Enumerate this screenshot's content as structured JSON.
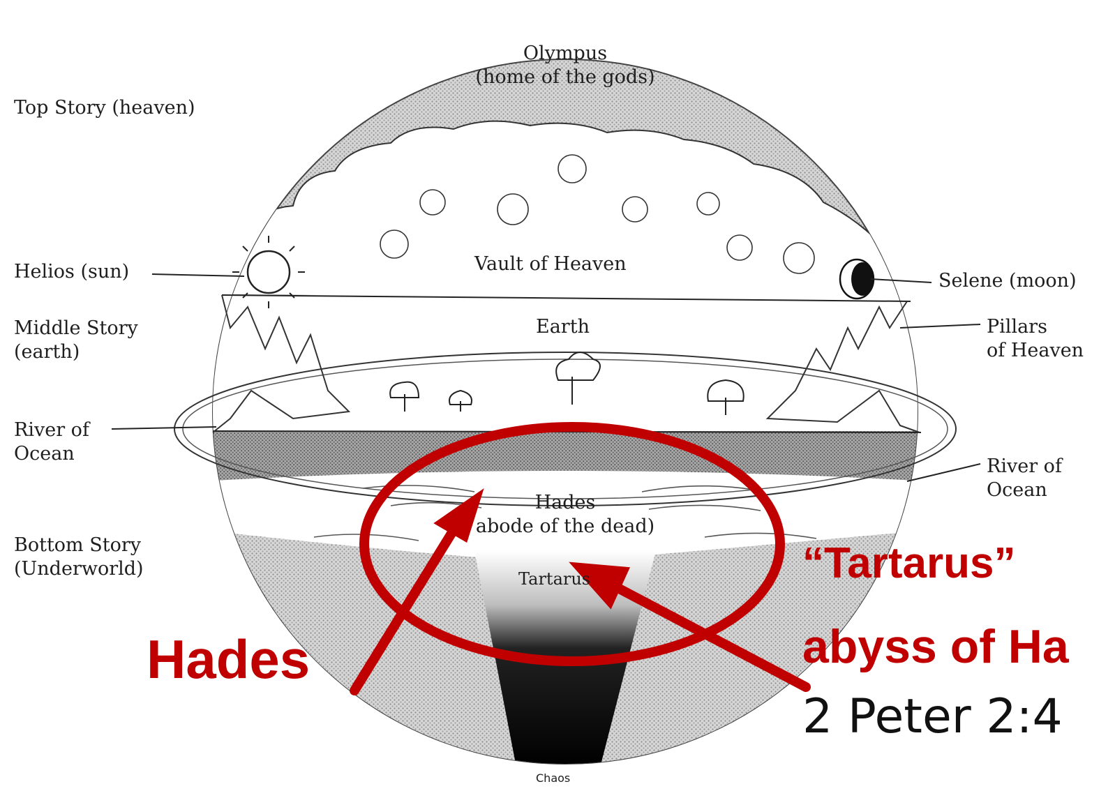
{
  "title_partial": "",
  "labels": {
    "olympus": [
      "Olympus",
      "(home of the gods)"
    ],
    "top_story": "Top Story (heaven)",
    "vault": "Vault of Heaven",
    "helios": "Helios (sun)",
    "selene": "Selene (moon)",
    "earth": "Earth",
    "middle_story": [
      "Middle Story",
      "(earth)"
    ],
    "pillars": [
      "Pillars",
      "of Heaven"
    ],
    "river_left": [
      "River of",
      "Ocean"
    ],
    "river_right": [
      "River of",
      "Ocean"
    ],
    "hades_label": [
      "Hades",
      "abode of the dead)"
    ],
    "bottom_story": [
      "Bottom Story",
      "(Underworld)"
    ],
    "tartarus_label": "Tartarus",
    "chaos": "Chaos"
  },
  "annotations": {
    "hades": "Hades",
    "tartarus_quote": "“Tartarus”",
    "abyss": "abyss of Ha",
    "reference": "2 Peter 2:4"
  },
  "colors": {
    "annotation_red": "#c00000",
    "ink": "#1e1e1e",
    "sky_shade": "#cfcfcf",
    "ocean_shade": "#9d9d9d",
    "underworld_shade": "#b9b9b9"
  }
}
